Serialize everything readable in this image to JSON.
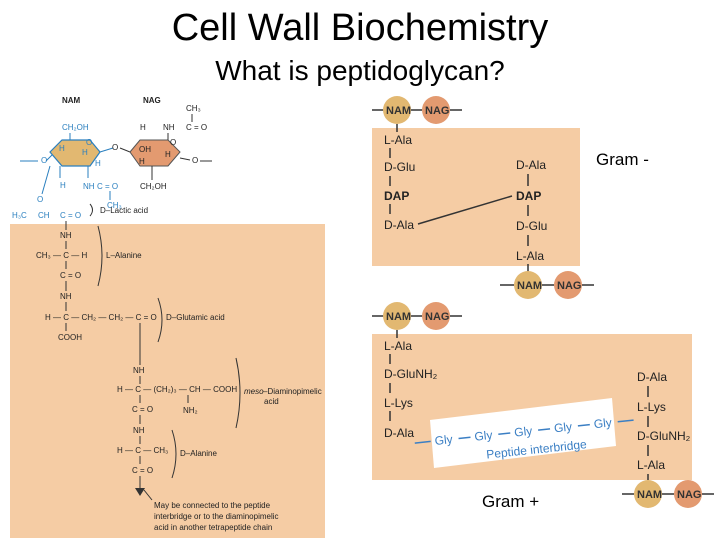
{
  "title": "Cell Wall Biochemistry",
  "subtitle": "What is peptidoglycan?",
  "colors": {
    "panel": "#f5cca4",
    "nam": "#e2b871",
    "nag": "#e39a70",
    "blue": "#2a7fbf",
    "orange_ring": "#e39a70",
    "tan_ring": "#d7b27a"
  },
  "left_structure": {
    "nam_header": "NAM",
    "nag_header": "NAG",
    "ring_labels": {
      "ch2oh": "CH₂OH",
      "o": "O",
      "h": "H",
      "oh": "OH"
    },
    "nag_labels": {
      "ch3": "CH₃",
      "nh": "NH",
      "co": "C = O",
      "ch2oh": "CH₂OH",
      "ch3b": "CH₃"
    },
    "lactyl": {
      "h3c": "H₃C",
      "ch": "CH",
      "co": "C = O",
      "label": "D–Lactic acid"
    },
    "residues": [
      {
        "lines": [
          "NH",
          "CH₃ — C — H",
          "C = O"
        ],
        "label": "L–Alanine"
      },
      {
        "lines": [
          "NH",
          "H — C — CH₂ — CH₂ — C = O",
          "COOH"
        ],
        "label": "D–Glutamic acid"
      },
      {
        "lines": [
          "NH",
          "H — C — (CH₂)₃ — CH — COOH",
          "C = O",
          "NH₂"
        ],
        "label_italic": "meso",
        "label": "–Diaminopimelic",
        "label2": "acid"
      },
      {
        "lines": [
          "NH",
          "H — C — CH₃",
          "C = O"
        ],
        "label": "D–Alanine"
      }
    ],
    "note": [
      "May be connected to the peptide",
      "interbridge or to the diaminopimelic",
      "acid in another tetrapeptide chain"
    ]
  },
  "gram_negative": {
    "label": "Gram -",
    "nam": "NAM",
    "nag": "NAG",
    "left_chain": [
      "L-Ala",
      "D-Glu",
      "DAP",
      "D-Ala"
    ],
    "right_chain": [
      "D-Ala",
      "DAP",
      "D-Glu",
      "L-Ala"
    ]
  },
  "gram_positive": {
    "label": "Gram +",
    "nam": "NAM",
    "nag": "NAG",
    "left_chain": [
      "L-Ala",
      "D-GluNH₂",
      "L-Lys",
      "D-Ala"
    ],
    "right_chain": [
      "D-Ala",
      "L-Lys",
      "D-GluNH₂",
      "L-Ala"
    ],
    "interbridge": [
      "Gly",
      "Gly",
      "Gly",
      "Gly",
      "Gly"
    ],
    "interbridge_label": "Peptide interbridge"
  }
}
